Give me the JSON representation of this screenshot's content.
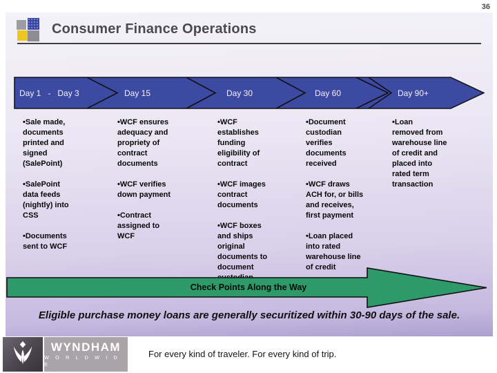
{
  "page_number": "36",
  "title": "Consumer Finance Operations",
  "timeline": {
    "stages": [
      {
        "label": "Day 1   -   Day 3",
        "bullets": [
          "Sale made,\ndocuments\nprinted and\nsigned\n(SalePoint)",
          "SalePoint\ndata feeds\n(nightly) into\nCSS",
          "Documents\nsent to WCF"
        ]
      },
      {
        "label": "Day 15",
        "bullets": [
          "WCF ensures\nadequacy and\npropriety of\ncontract\ndocuments",
          "WCF verifies\ndown payment",
          "Contract\nassigned to\nWCF"
        ]
      },
      {
        "label": "Day 30",
        "bullets": [
          "WCF\nestablishes\nfunding\neligibility of\ncontract",
          "WCF images\ncontract\ndocuments",
          "WCF boxes\nand ships\noriginal\ndocuments to\ndocument\ncustodian"
        ]
      },
      {
        "label": "Day 60",
        "bullets": [
          "Document\ncustodian\nverifies\ndocuments\nreceived",
          "WCF draws\nACH for, or bills\nand receives,\nfirst payment",
          "Loan placed\ninto rated\nwarehouse line\nof credit"
        ]
      },
      {
        "label": "Day 90+",
        "bullets": [
          "Loan\nremoved from\nwarehouse line\nof credit and\nplaced into\nrated term\ntransaction"
        ]
      }
    ]
  },
  "checkpoint_arrow_label": "Check Points Along the Way",
  "summary": "Eligible purchase money loans are generally securitized within 30-90 days of the sale.",
  "footer": {
    "brand": "WYNDHAM",
    "brand_sub": "W O R L D W I D E",
    "tagline": "For every kind of traveler. For every kind of trip."
  },
  "colors": {
    "banner_blue": "#3d4aa1",
    "arrow_green": "#2f9a69",
    "accent_yellow": "#edc71f",
    "slide_lavender": "#c5b9e0"
  }
}
